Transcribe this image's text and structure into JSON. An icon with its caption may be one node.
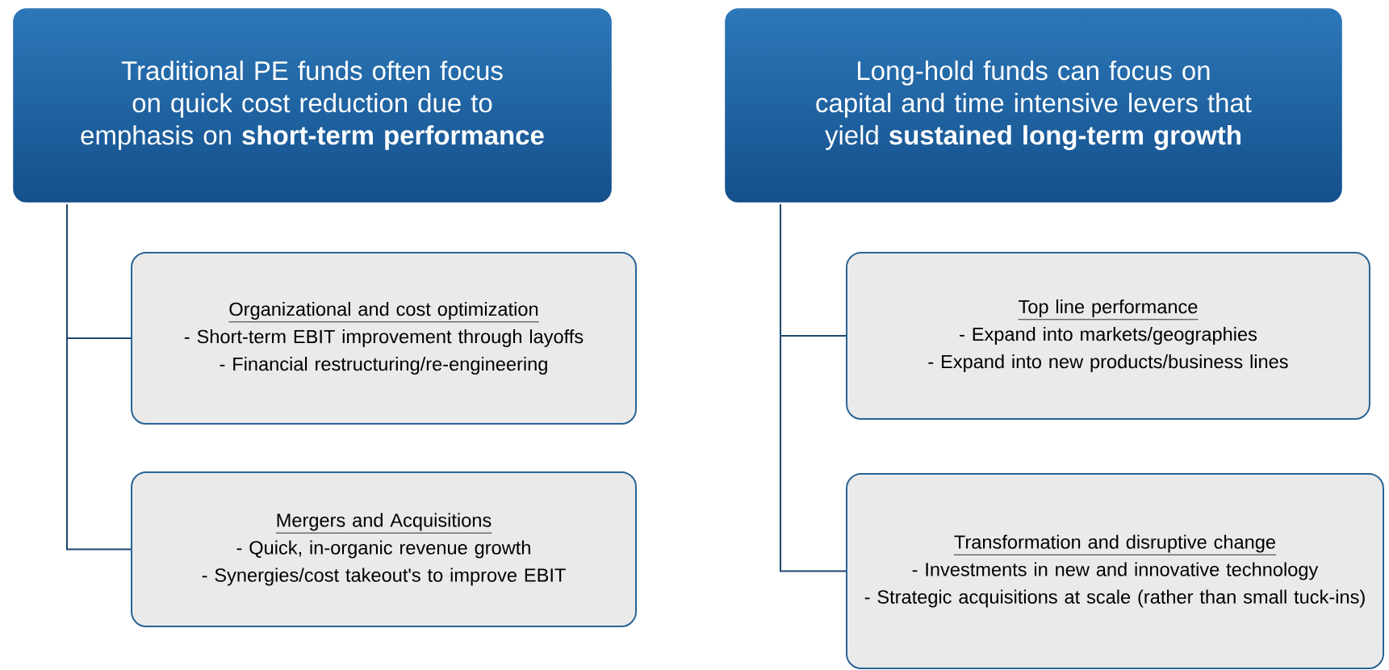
{
  "diagram": {
    "nodes": [
      {
        "text": [
          "Traditional PE funds often focus on quick cost reduction due to emphasis on **short-term performance**"
        ]
      },
      {
        "text": [
          "Organizational and cost optimization",
          "- Short-term EBIT improvement through layoffs",
          "- Financial restructuring/re-engineering"
        ]
      },
      {
        "text": [
          "Mergers and Acquisitions",
          "- Quick, in-organic revenue growth",
          "- Synergies/cost takeout's to improve EBIT"
        ]
      },
      {
        "text": [
          "Long-hold funds can focus on capital and time intensive levers that yield **sustained long-term growth**"
        ]
      },
      {
        "text": [
          "Top line performance",
          "- Expand into markets/geographies",
          "- Expand into new products/business lines"
        ]
      },
      {
        "text": [
          "Transformation and disruptive change",
          "- Investments in new and innovative technology",
          "- Strategic acquisitions at scale (rather than small tuck-ins)"
        ]
      }
    ],
    "edges": [
      {
        "from": 0,
        "to": 1,
        "arrow": "none"
      },
      {
        "from": 0,
        "to": 2,
        "arrow": "none"
      },
      {
        "from": 3,
        "to": 4,
        "arrow": "none"
      },
      {
        "from": 3,
        "to": 5,
        "arrow": "none"
      }
    ]
  }
}
